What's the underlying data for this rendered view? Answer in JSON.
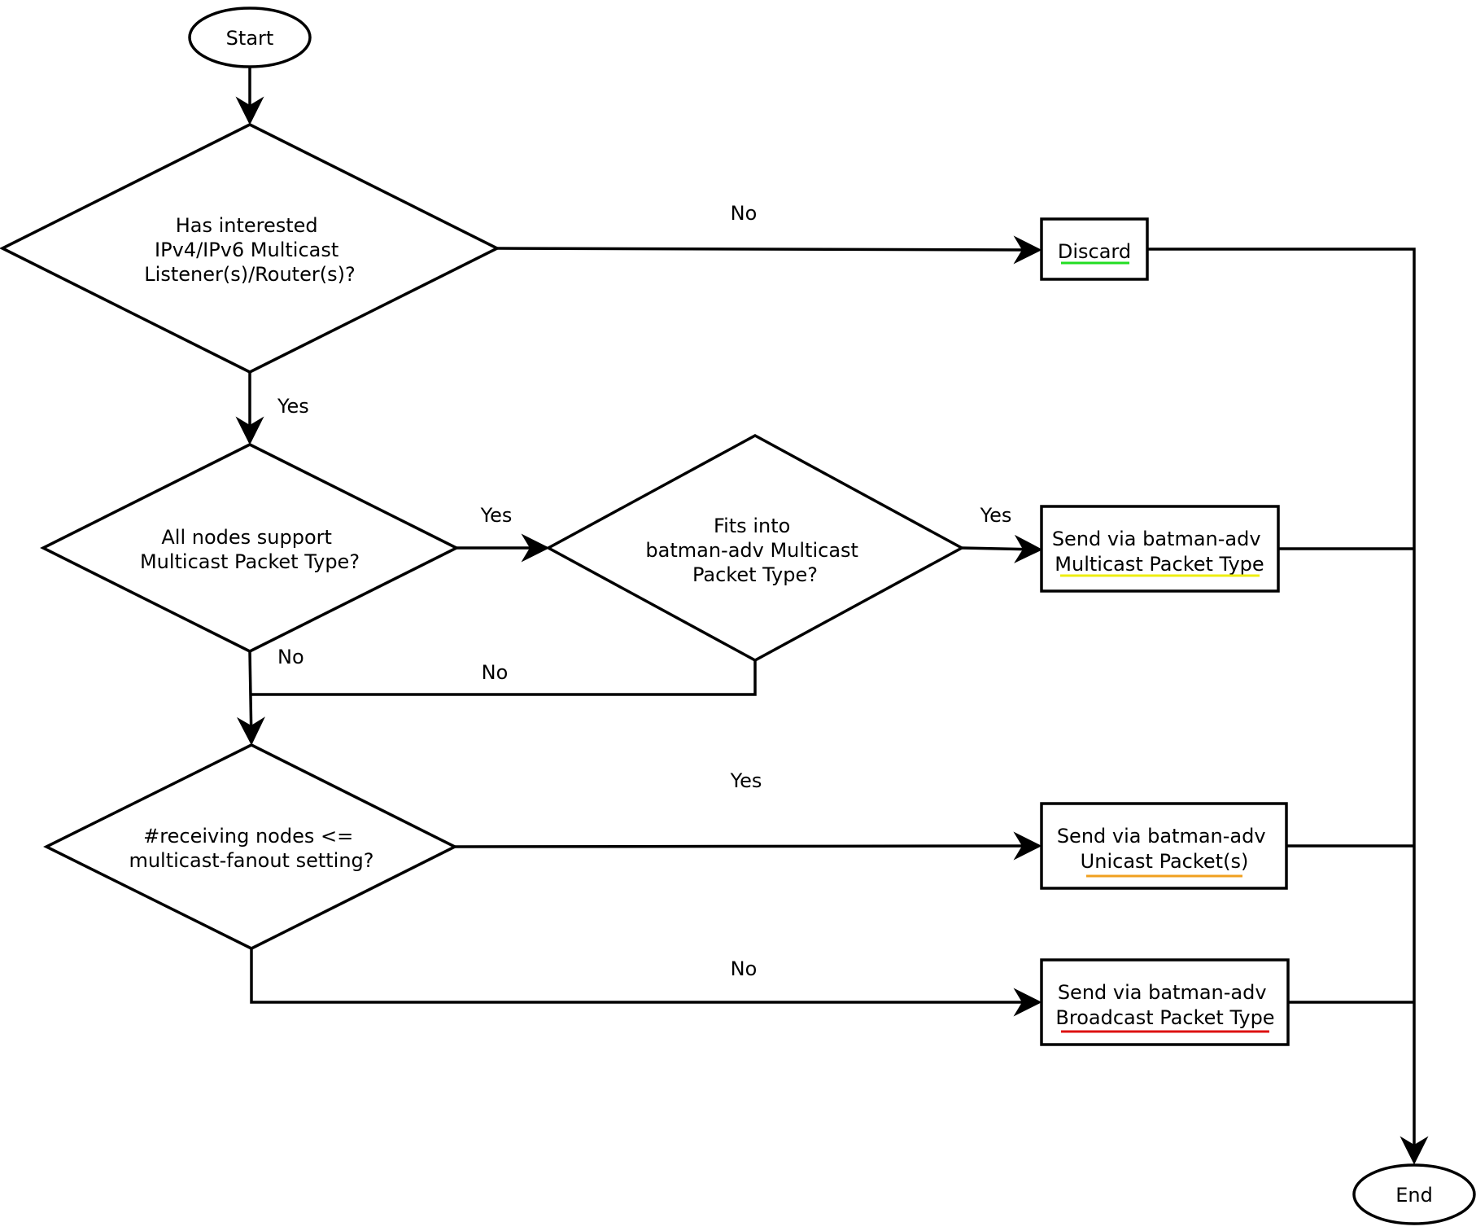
{
  "nodes": {
    "start": {
      "label": "Start"
    },
    "end": {
      "label": "End"
    },
    "has_listeners": {
      "lines": [
        "Has interested",
        "IPv4/IPv6 Multicast",
        "Listener(s)/Router(s)?"
      ]
    },
    "all_support": {
      "lines": [
        "All nodes support",
        "Multicast Packet Type?"
      ]
    },
    "fits_into": {
      "lines": [
        "Fits into",
        "batman-adv Multicast",
        "Packet Type?"
      ]
    },
    "receiving_nodes": {
      "lines": [
        "#receiving nodes <=",
        "multicast-fanout setting?"
      ]
    },
    "discard": {
      "lines": [
        "Discard"
      ],
      "underline_color": "#22dd22"
    },
    "send_multicast": {
      "lines": [
        "Send via batman-adv",
        "Multicast Packet Type"
      ],
      "underline_color": "#eeee11"
    },
    "send_unicast": {
      "lines": [
        "Send via batman-adv",
        "Unicast Packet(s)"
      ],
      "underline_color": "#f0a020"
    },
    "send_broadcast": {
      "lines": [
        "Send via batman-adv",
        "Broadcast Packet Type"
      ],
      "underline_color": "#dd1111"
    }
  },
  "edge_labels": {
    "has_listeners_no": "No",
    "has_listeners_yes": "Yes",
    "all_support_yes": "Yes",
    "all_support_no": "No",
    "fits_into_yes": "Yes",
    "fits_into_no": "No",
    "receiving_yes": "Yes",
    "receiving_no": "No"
  },
  "colors": {
    "stroke": "#000000",
    "background": "#ffffff"
  }
}
